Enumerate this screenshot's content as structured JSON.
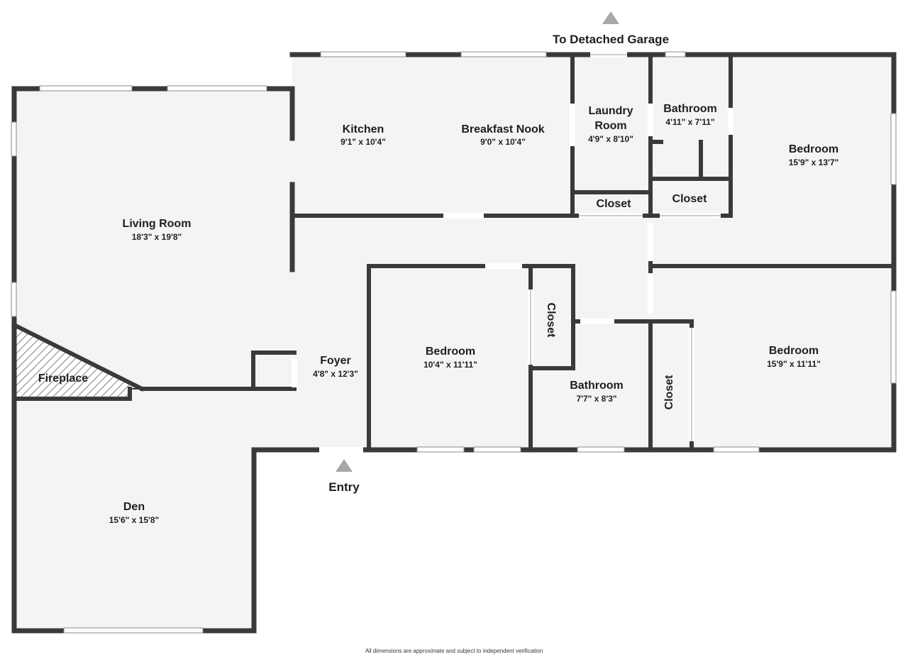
{
  "rooms": {
    "living_room": {
      "name": "Living Room",
      "dim": "18'3\" x 19'8\""
    },
    "kitchen": {
      "name": "Kitchen",
      "dim": "9'1\" x 10'4\""
    },
    "breakfast_nook": {
      "name": "Breakfast Nook",
      "dim": "9'0\" x 10'4\""
    },
    "laundry_room": {
      "name_line1": "Laundry",
      "name_line2": "Room",
      "dim": "4'9\" x 8'10\""
    },
    "bathroom_top": {
      "name": "Bathroom",
      "dim": "4'11\" x 7'11\""
    },
    "bedroom_top_right": {
      "name": "Bedroom",
      "dim": "15'9\" x 13'7\""
    },
    "closet_laundry": {
      "name": "Closet"
    },
    "closet_bath_top": {
      "name": "Closet"
    },
    "foyer": {
      "name": "Foyer",
      "dim": "4'8\" x 12'3\""
    },
    "bedroom_middle": {
      "name": "Bedroom",
      "dim": "10'4\" x 11'11\""
    },
    "closet_vertical_mid": {
      "name": "Closet"
    },
    "bathroom_middle": {
      "name": "Bathroom",
      "dim": "7'7\" x 8'3\""
    },
    "closet_vertical_right": {
      "name": "Closet"
    },
    "bedroom_bottom_right": {
      "name": "Bedroom",
      "dim": "15'9\" x 11'11\""
    },
    "fireplace": {
      "name": "Fireplace"
    },
    "den": {
      "name": "Den",
      "dim": "15'6\" x 15'8\""
    }
  },
  "labels": {
    "garage": "To Detached Garage",
    "entry": "Entry",
    "disclaimer": "All dimensions are approximate and subject to independent verification"
  },
  "colors": {
    "wall": "#3a3a3a",
    "floor": "#f4f4f4",
    "arrow": "#a8a8a8"
  }
}
